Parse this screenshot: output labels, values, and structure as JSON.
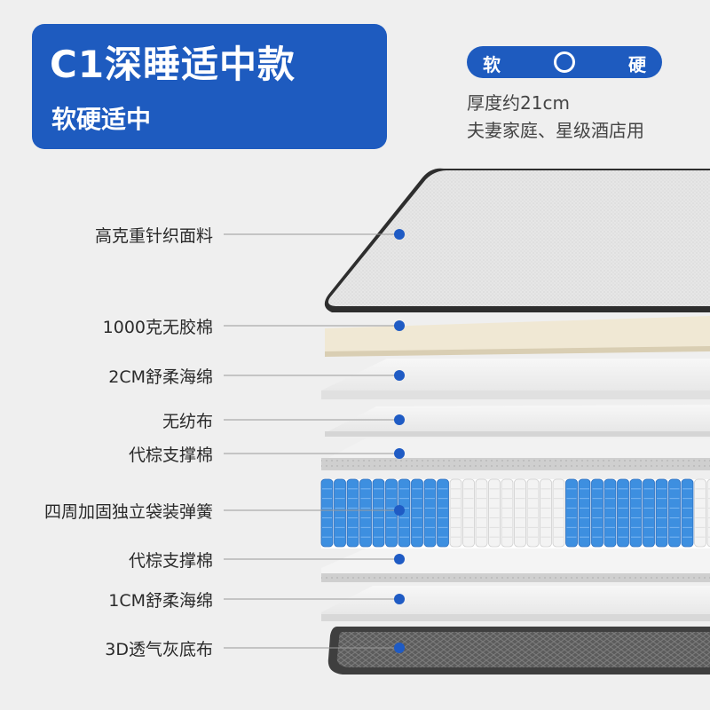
{
  "header": {
    "title": "C1深睡适中款",
    "subtitle": "软硬适中"
  },
  "firmness": {
    "soft_label": "软",
    "hard_label": "硬",
    "level": 0.5
  },
  "info": {
    "thickness": "厚度约21cm",
    "usage": "夫妻家庭、星级酒店用"
  },
  "layers": [
    {
      "label": "高克重针织面料"
    },
    {
      "label": "1000克无胶棉"
    },
    {
      "label": "2CM舒柔海绵"
    },
    {
      "label": "无纺布"
    },
    {
      "label": "代棕支撑棉"
    },
    {
      "label": "四周加固独立袋装弹簧"
    },
    {
      "label": "代棕支撑棉"
    },
    {
      "label": "1CM舒柔海绵"
    },
    {
      "label": "3D透气灰底布"
    }
  ],
  "colors": {
    "accent": "#1e5bbf",
    "marker": "#1f5bc4",
    "spring_blue": "#3d8fe0"
  }
}
